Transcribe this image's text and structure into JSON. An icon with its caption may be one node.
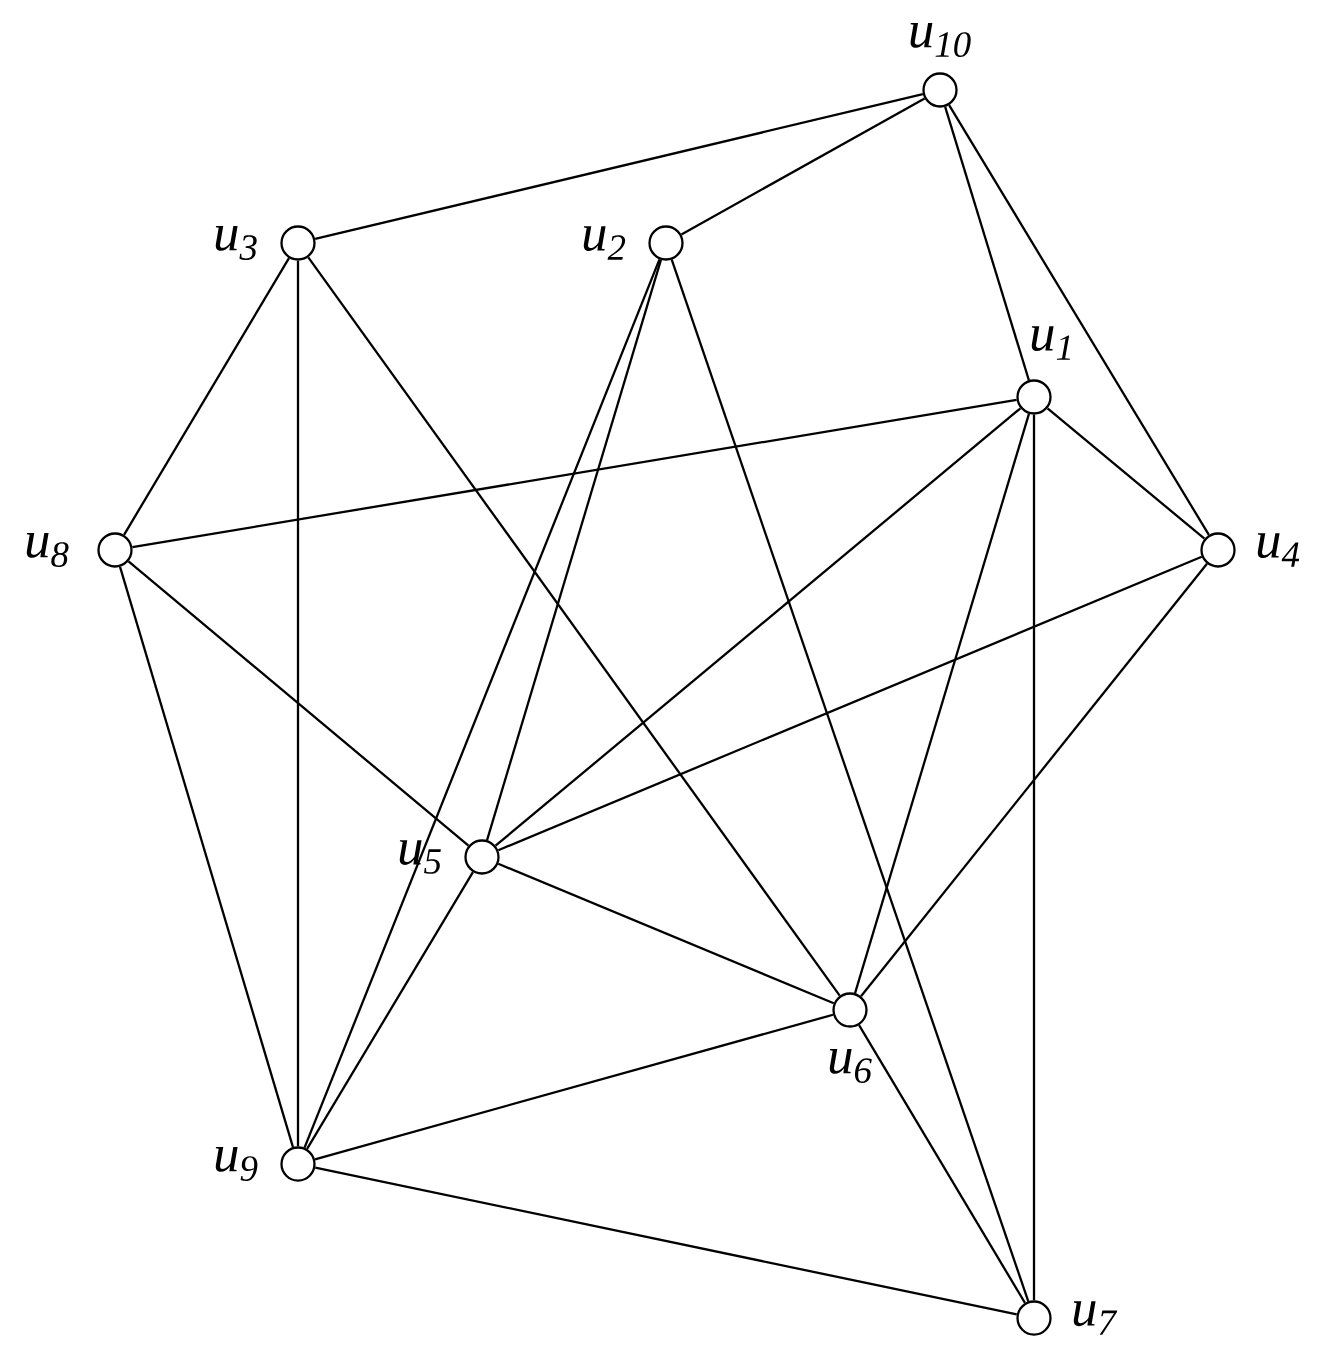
{
  "diagram": {
    "nodes": [
      {
        "text": [],
        "shape": "circle",
        "beside": [
          "u$_{10}$"
        ]
      },
      {
        "text": [],
        "shape": "circle",
        "beside": [
          "u$_{3}$"
        ]
      },
      {
        "text": [],
        "shape": "circle",
        "beside": [
          "u$_{2}$"
        ]
      },
      {
        "text": [],
        "shape": "circle",
        "beside": [
          "u$_{1}$"
        ]
      },
      {
        "text": [],
        "shape": "circle",
        "beside": [
          "u$_{8}$"
        ]
      },
      {
        "text": [],
        "shape": "circle",
        "beside": [
          "u$_{4}$"
        ]
      },
      {
        "text": [],
        "shape": "circle",
        "beside": [
          "u$_{5}$"
        ]
      },
      {
        "text": [],
        "shape": "circle",
        "beside": [
          "u$_{6}$"
        ]
      },
      {
        "text": [],
        "shape": "circle",
        "beside": [
          "u$_{9}$"
        ]
      },
      {
        "text": [],
        "shape": "circle",
        "beside": [
          "u$_{7}$"
        ]
      }
    ],
    "edges": [
      {
        "from": 1,
        "to": 0,
        "arrow": "none"
      },
      {
        "from": 2,
        "to": 0,
        "arrow": "none"
      },
      {
        "from": 0,
        "to": 3,
        "arrow": "none"
      },
      {
        "from": 0,
        "to": 5,
        "arrow": "none"
      },
      {
        "from": 1,
        "to": 4,
        "arrow": "none"
      },
      {
        "from": 1,
        "to": 8,
        "arrow": "none"
      },
      {
        "from": 1,
        "to": 7,
        "arrow": "none"
      },
      {
        "from": 2,
        "to": 8,
        "arrow": "none"
      },
      {
        "from": 2,
        "to": 6,
        "arrow": "none"
      },
      {
        "from": 2,
        "to": 9,
        "arrow": "none"
      },
      {
        "from": 3,
        "to": 4,
        "arrow": "none"
      },
      {
        "from": 3,
        "to": 5,
        "arrow": "none"
      },
      {
        "from": 3,
        "to": 6,
        "arrow": "none"
      },
      {
        "from": 3,
        "to": 7,
        "arrow": "none"
      },
      {
        "from": 3,
        "to": 9,
        "arrow": "none"
      },
      {
        "from": 5,
        "to": 6,
        "arrow": "none"
      },
      {
        "from": 5,
        "to": 7,
        "arrow": "none"
      },
      {
        "from": 4,
        "to": 6,
        "arrow": "none"
      },
      {
        "from": 4,
        "to": 8,
        "arrow": "none"
      },
      {
        "from": 6,
        "to": 7,
        "arrow": "none"
      },
      {
        "from": 6,
        "to": 8,
        "arrow": "none"
      },
      {
        "from": 7,
        "to": 8,
        "arrow": "none"
      },
      {
        "from": 7,
        "to": 9,
        "arrow": "none"
      },
      {
        "from": 8,
        "to": 9,
        "arrow": "none"
      }
    ]
  }
}
